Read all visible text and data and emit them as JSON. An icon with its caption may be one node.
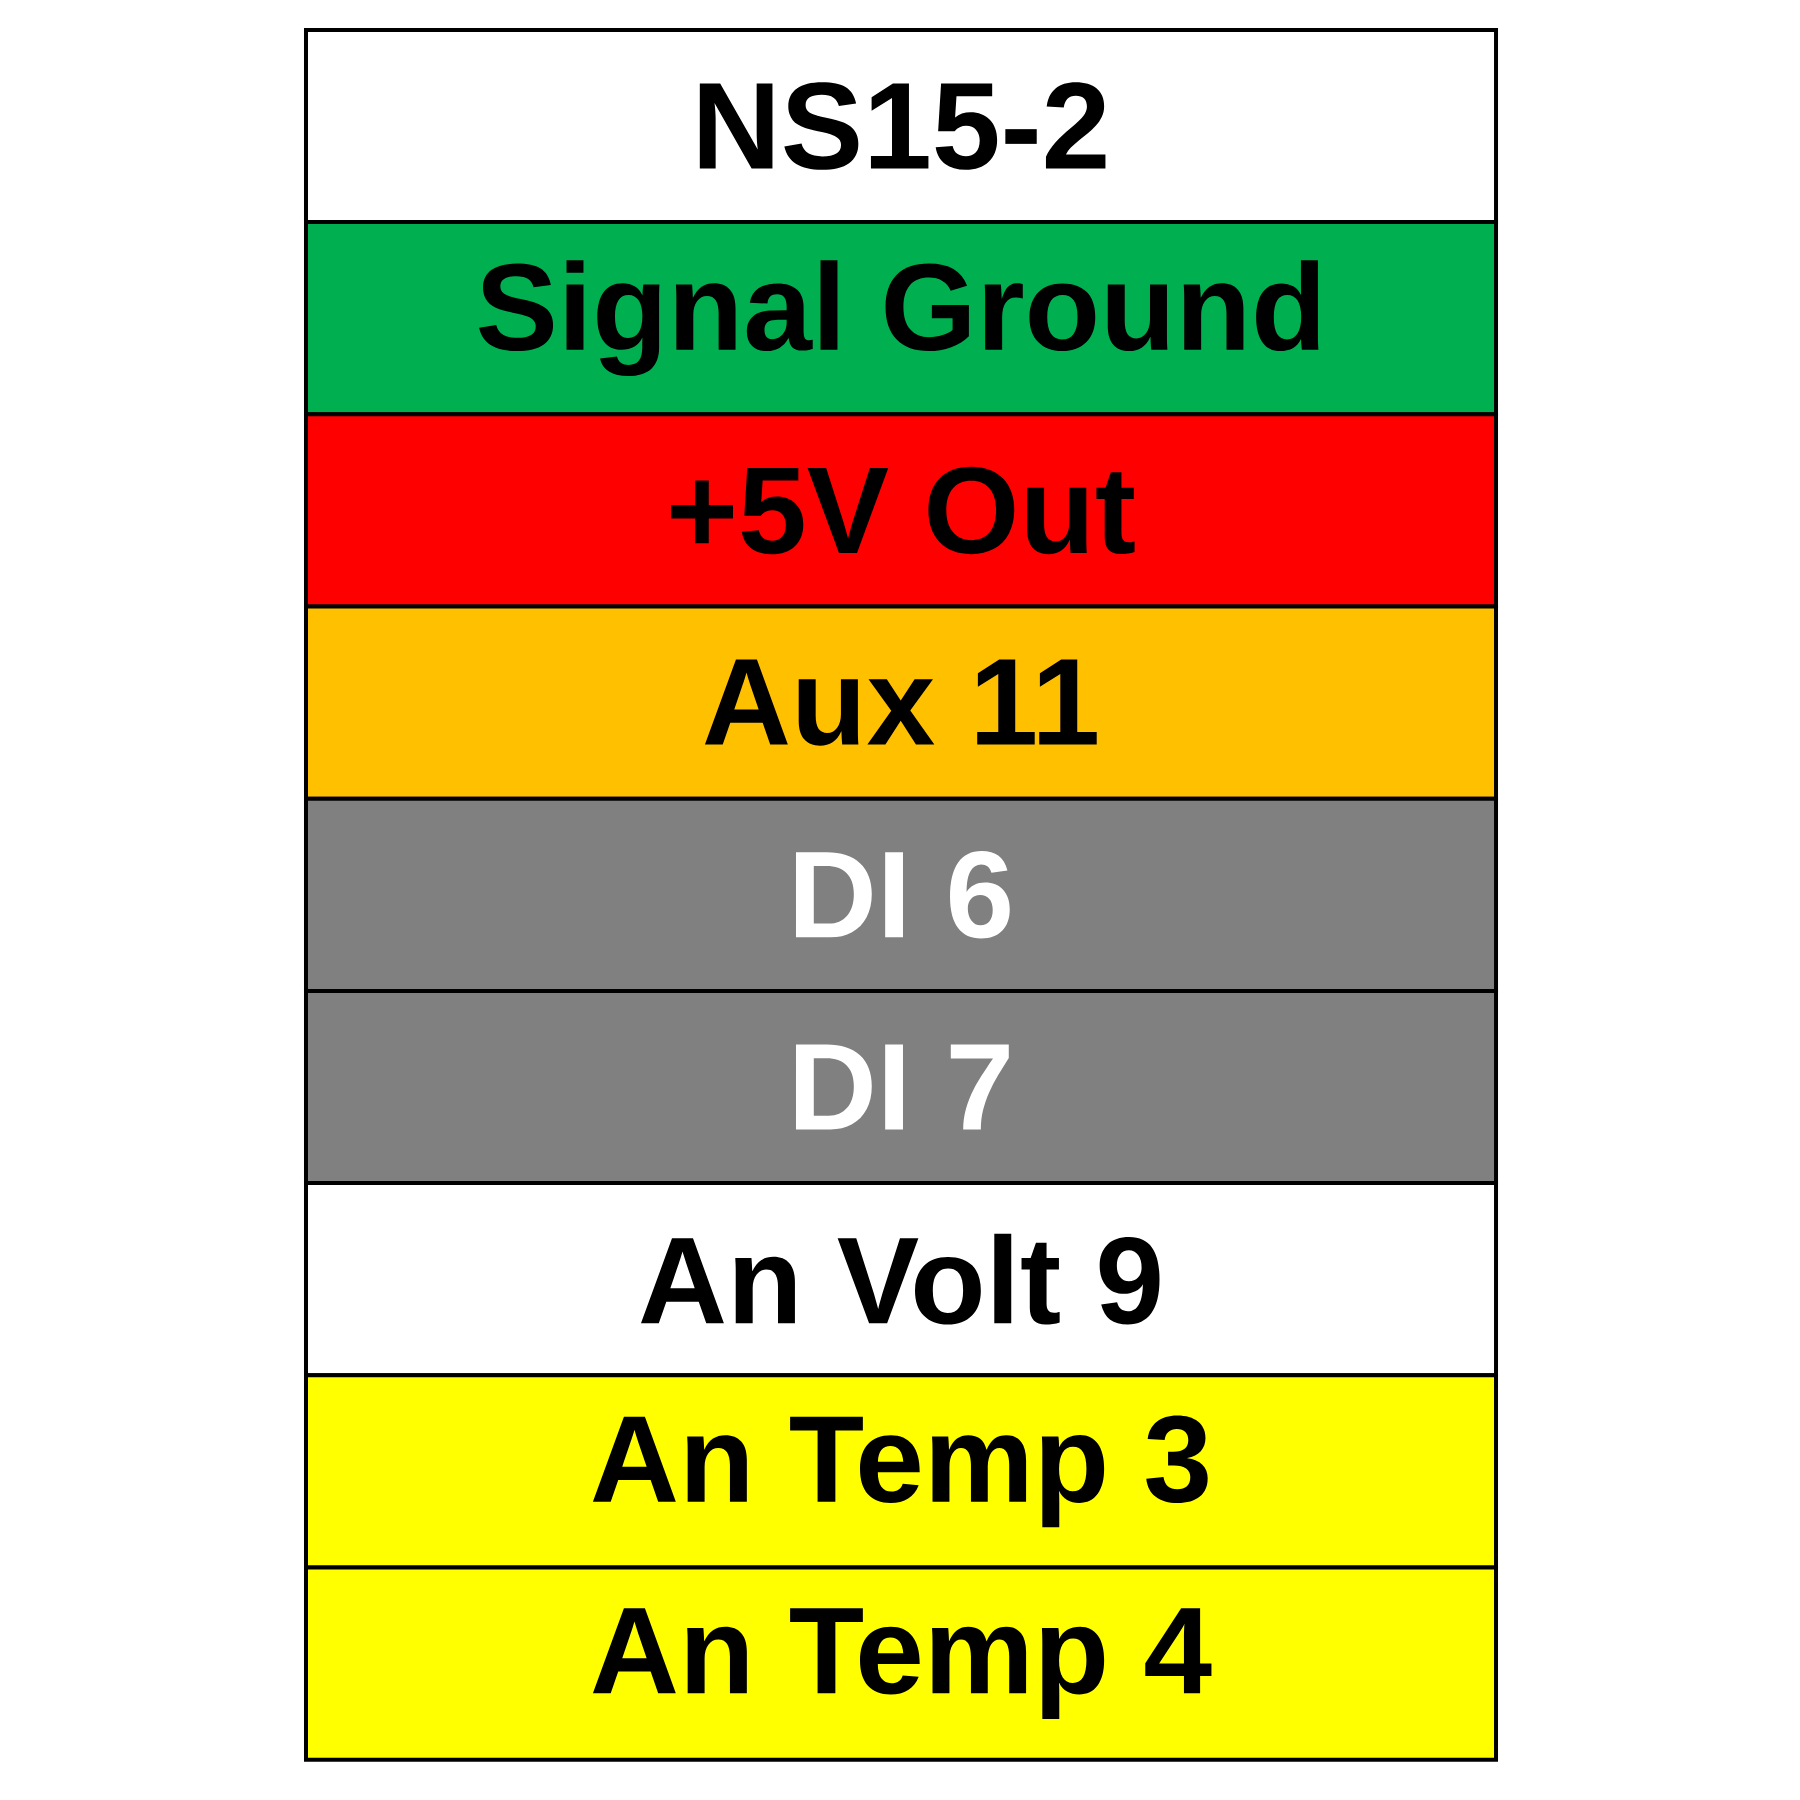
{
  "diagram": {
    "nodes": [
      {
        "text": [
          "NS15-2"
        ]
      },
      {
        "text": [
          "Signal Ground"
        ]
      },
      {
        "text": [
          "+5V Out"
        ]
      },
      {
        "text": [
          "Aux 11"
        ]
      },
      {
        "text": [
          "DI 6"
        ]
      },
      {
        "text": [
          "DI 7"
        ]
      },
      {
        "text": [
          "An Volt 9"
        ]
      },
      {
        "text": [
          "An Temp 3"
        ]
      },
      {
        "text": [
          "An Temp 4"
        ]
      }
    ]
  }
}
